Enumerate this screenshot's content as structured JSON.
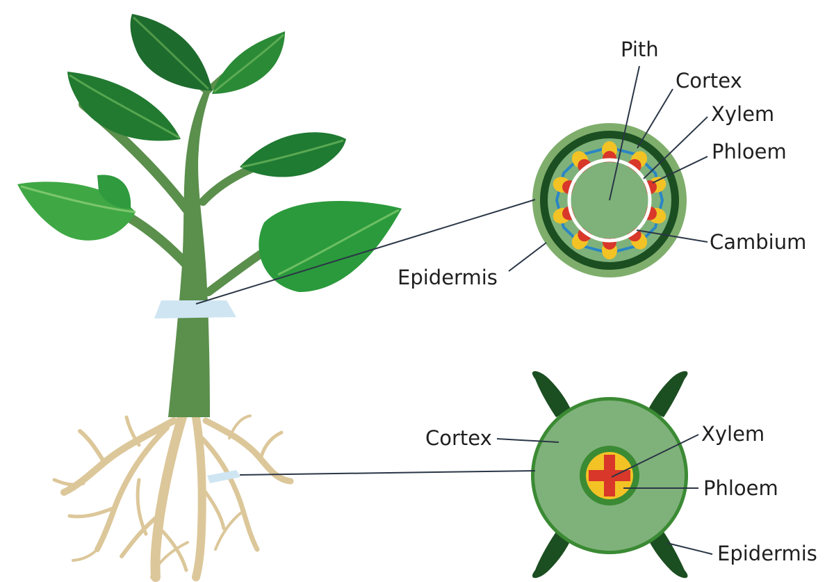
{
  "stem_section": {
    "labels": {
      "pith": "Pith",
      "cortex": "Cortex",
      "xylem": "Xylem",
      "phloem": "Phloem",
      "cambium": "Cambium",
      "epidermis": "Epidermis"
    }
  },
  "root_section": {
    "labels": {
      "cortex": "Cortex",
      "xylem": "Xylem",
      "phloem": "Phloem",
      "epidermis": "Epidermis"
    }
  },
  "colors": {
    "leaf_dark": "#1e6b2e",
    "leaf_light": "#3fa845",
    "stem": "#5a8f4c",
    "root": "#dcc79a",
    "epidermis_ring": "#7fae6c",
    "stem_dark_ring": "#1b4e21",
    "cortex": "#7fb27a",
    "vascular_line": "#2a86c4",
    "xylem_red": "#d8372a",
    "phloem_yellow": "#f3c325",
    "slice_blue": "#cfe5f2"
  }
}
